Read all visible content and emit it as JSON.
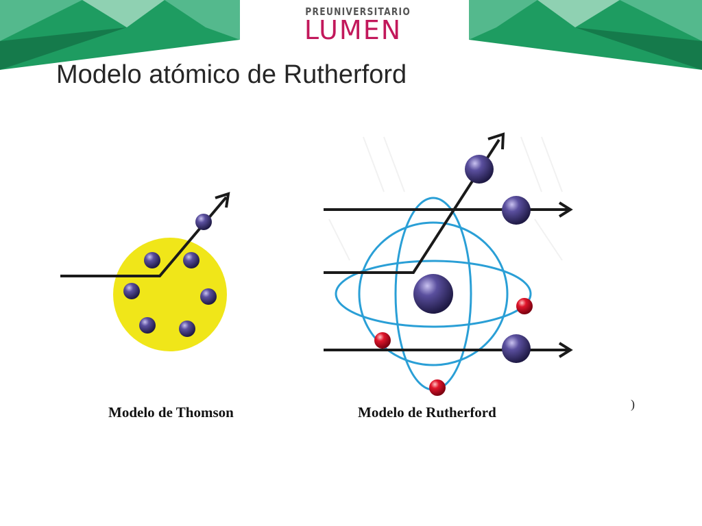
{
  "header": {
    "logo_top": "PREUNIVERSITARIO",
    "logo_main": "LUMEN",
    "brand_color": "#c2185b",
    "accent_color": "#1e9c61"
  },
  "slide": {
    "title": "Modelo atómico de Rutherford"
  },
  "diagram": {
    "thomson_caption": "Modelo de Thomson",
    "rutherford_caption": "Modelo de Rutherford",
    "stray_glyph": ")"
  },
  "colors": {
    "thomson_sphere": "#f0e619",
    "alpha_particle": "#3b3470",
    "electron": "#e0162b",
    "orbit": "#2a9fd6",
    "trajectory": "#1a1a1a"
  }
}
